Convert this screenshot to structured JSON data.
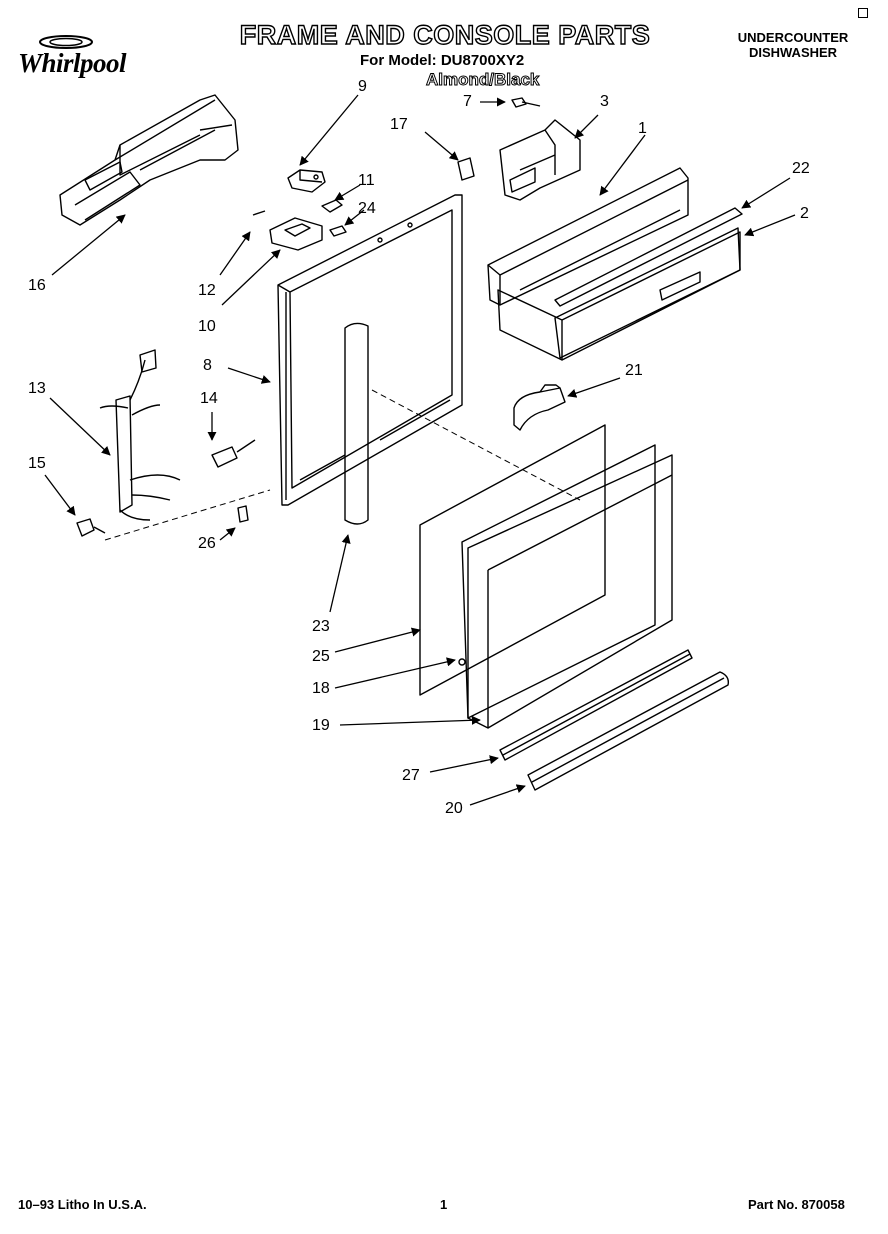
{
  "header": {
    "title": "FRAME AND CONSOLE PARTS",
    "model_line": "For Model: DU8700XY2",
    "color_line": "Almond/Black",
    "category_line1": "UNDERCOUNTER",
    "category_line2": "DISHWASHER"
  },
  "logo": {
    "text": "Whirlpool"
  },
  "callouts": {
    "c1": "1",
    "c2": "2",
    "c3": "3",
    "c7": "7",
    "c8": "8",
    "c9": "9",
    "c10": "10",
    "c11": "11",
    "c12": "12",
    "c13": "13",
    "c14": "14",
    "c15": "15",
    "c16": "16",
    "c17": "17",
    "c18": "18",
    "c19": "19",
    "c20": "20",
    "c21": "21",
    "c22": "22",
    "c23": "23",
    "c24": "24",
    "c25": "25",
    "c26": "26",
    "c27": "27"
  },
  "footer": {
    "left": "10–93 Litho In U.S.A.",
    "center": "1",
    "right": "Part No. 870058"
  }
}
